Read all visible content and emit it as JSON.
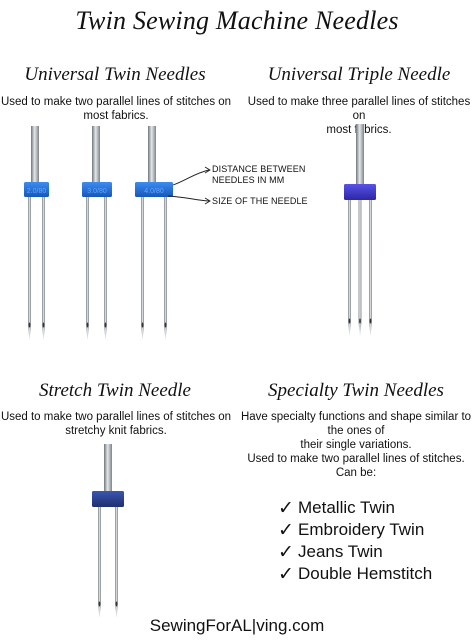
{
  "title": "Twin Sewing Machine Needles",
  "sections": {
    "universal_twin": {
      "title": "Universal Twin Needles",
      "desc_lines": [
        "Used to make two parallel lines of stitches on",
        "most fabrics."
      ]
    },
    "universal_triple": {
      "title": "Universal Triple Needle",
      "desc_lines": [
        "Used to make three parallel lines of stitches on",
        "most fabrics."
      ]
    },
    "stretch_twin": {
      "title": "Stretch Twin Needle",
      "desc_lines": [
        "Used to make two parallel lines of stitches on",
        "stretchy knit fabrics."
      ]
    },
    "specialty_twin": {
      "title": "Specialty Twin Needles",
      "desc_lines": [
        "Have specialty functions and shape similar to",
        "the ones of",
        "their single variations.",
        "Used to make two parallel lines of stitches.",
        "Can be:"
      ],
      "items": [
        "Metallic Twin",
        "Embroidery Twin",
        "Jeans Twin",
        "Double Hemstitch"
      ]
    }
  },
  "annotations": {
    "distance": [
      "DISTANCE BETWEEN",
      "NEEDLES IN MM"
    ],
    "size": "SIZE OF THE NEEDLE"
  },
  "needle_labels": [
    "2.0/80",
    "3.0/80",
    "4.0/80"
  ],
  "footer": "SewingForAL|ving.com",
  "colors": {
    "twin_block": "#1f6fd6",
    "triple_block": "#3a33c9",
    "stretch_block": "#2a3f8e",
    "shaft": "#9aa0a6"
  }
}
